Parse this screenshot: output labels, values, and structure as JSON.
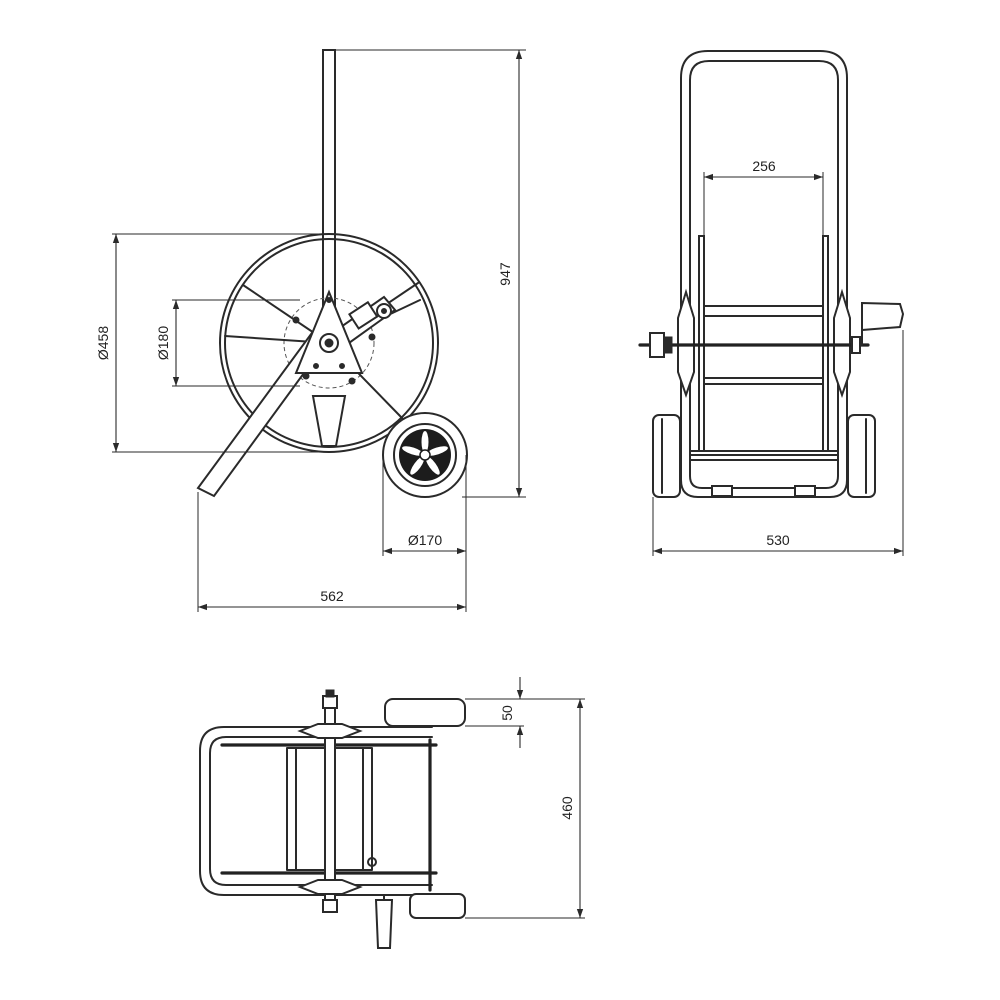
{
  "views": {
    "side": {
      "height_label": "947",
      "reel_diameter_label": "Ø458",
      "hub_diameter_label": "Ø180",
      "wheel_diameter_label": "Ø170",
      "length_label": "562"
    },
    "front": {
      "inner_width_label": "256",
      "overall_width_label": "530"
    },
    "top": {
      "wheel_thickness_label": "50",
      "depth_label": "460"
    }
  }
}
